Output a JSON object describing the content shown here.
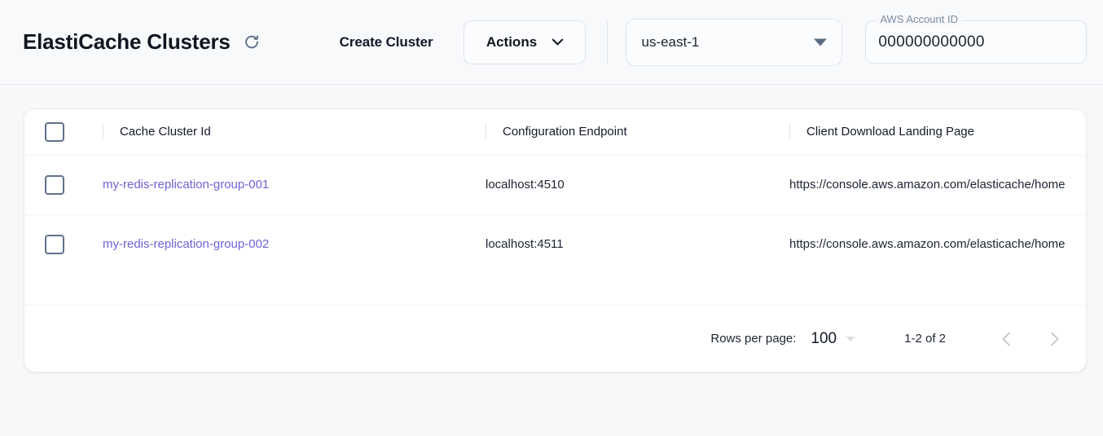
{
  "header": {
    "title": "ElastiCache Clusters",
    "refresh_icon": "refresh-icon",
    "create_cluster_label": "Create Cluster",
    "actions_label": "Actions",
    "actions_caret_icon": "chevron-down-icon",
    "region": {
      "value": "us-east-1",
      "caret_icon": "triangle-down-icon"
    },
    "account": {
      "label": "AWS Account ID",
      "value": "000000000000"
    }
  },
  "table": {
    "columns": [
      {
        "key": "select",
        "label": ""
      },
      {
        "key": "cluster_id",
        "label": "Cache Cluster Id"
      },
      {
        "key": "config_endpoint",
        "label": "Configuration Endpoint"
      },
      {
        "key": "client_download",
        "label": "Client Download Landing Page"
      }
    ],
    "rows": [
      {
        "cluster_id": "my-redis-replication-group-001",
        "config_endpoint": "localhost:4510",
        "client_download": "https://console.aws.amazon.com/elasticache/home"
      },
      {
        "cluster_id": "my-redis-replication-group-002",
        "config_endpoint": "localhost:4511",
        "client_download": "https://console.aws.amazon.com/elasticache/home"
      }
    ]
  },
  "pagination": {
    "rows_per_page_label": "Rows per page:",
    "rows_per_page_value": "100",
    "range_label": "1-2 of 2",
    "prev_icon": "chevron-left-icon",
    "next_icon": "chevron-right-icon"
  },
  "colors": {
    "link": "#6c63d8",
    "page_bg": "#f7f8fa",
    "card_bg": "#ffffff",
    "checkbox_border": "#61728b",
    "icon_slate": "#5b6c84"
  }
}
